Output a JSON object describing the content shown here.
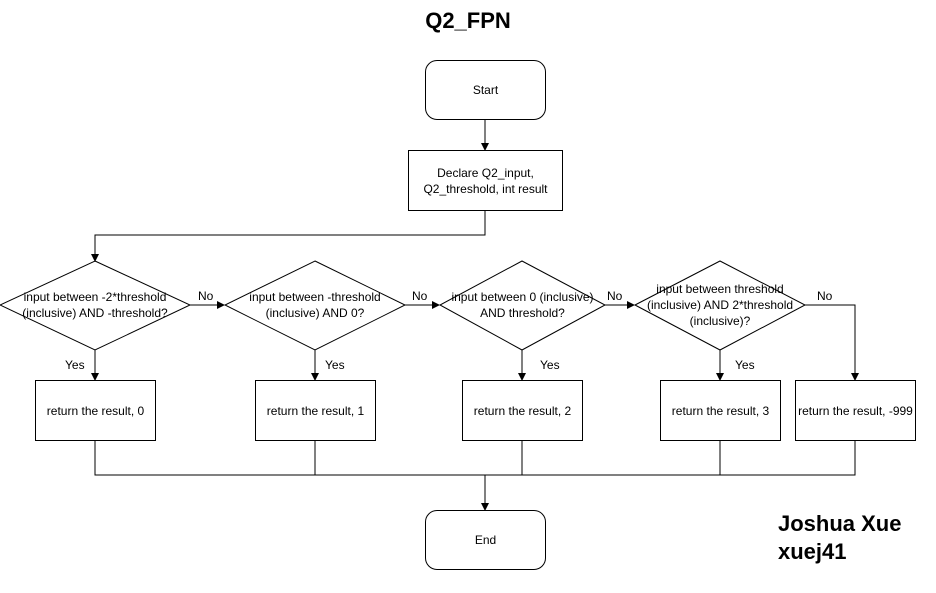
{
  "title": "Q2_FPN",
  "author": {
    "name": "Joshua Xue",
    "id": "xuej41"
  },
  "nodes": {
    "start": "Start",
    "declare": "Declare Q2_input,\nQ2_threshold, int result",
    "dec1": "input between -2*threshold\n(inclusive) AND -threshold?",
    "dec2": "input between -threshold\n(inclusive) AND 0?",
    "dec3": "input between 0 (inclusive)\nAND threshold?",
    "dec4": "input between threshold\n(inclusive) AND 2*threshold\n(inclusive)?",
    "ret0": "return the result, 0",
    "ret1": "return the result, 1",
    "ret2": "return the result, 2",
    "ret3": "return the result, 3",
    "ret_neg": "return the result, -999",
    "end": "End"
  },
  "edge_labels": {
    "yes": "Yes",
    "no": "No"
  }
}
